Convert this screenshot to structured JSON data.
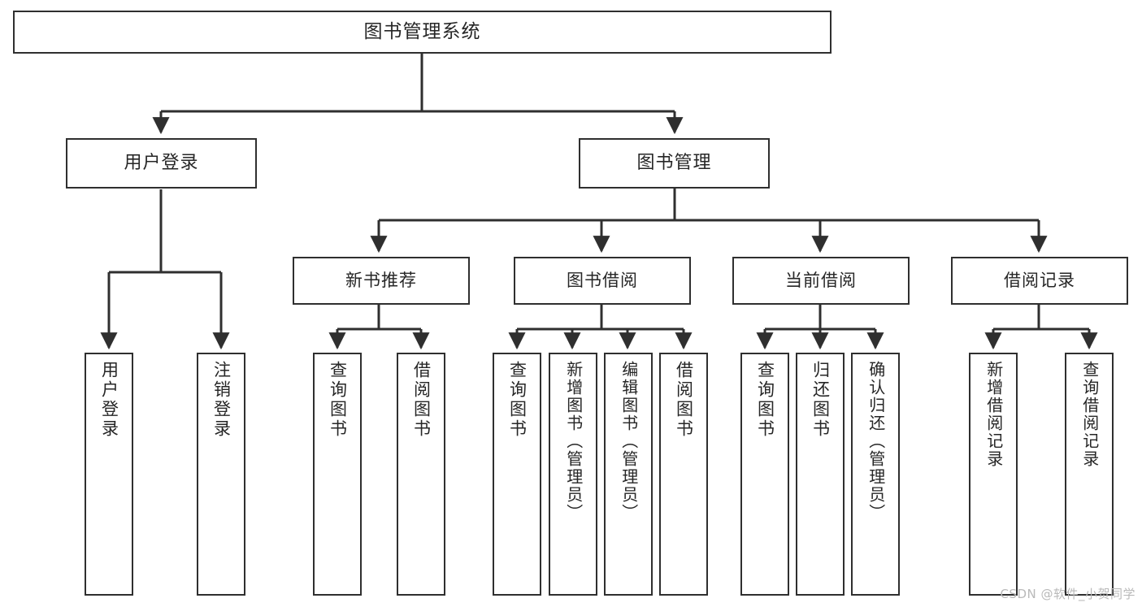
{
  "diagram": {
    "title": "图书管理系统",
    "type": "tree",
    "root": {
      "id": "root",
      "label": "图书管理系统"
    },
    "level1": [
      {
        "id": "user-login",
        "label": "用户登录"
      },
      {
        "id": "book-manage",
        "label": "图书管理"
      }
    ],
    "level2": [
      {
        "id": "new-book-recommend",
        "label": "新书推荐",
        "parent": "book-manage"
      },
      {
        "id": "book-borrow",
        "label": "图书借阅",
        "parent": "book-manage"
      },
      {
        "id": "current-borrow",
        "label": "当前借阅",
        "parent": "book-manage"
      },
      {
        "id": "borrow-record",
        "label": "借阅记录",
        "parent": "book-manage"
      }
    ],
    "leaves": [
      {
        "id": "leaf-user-login",
        "label": "用户登录",
        "parent": "user-login"
      },
      {
        "id": "leaf-user-logout",
        "label": "注销登录",
        "parent": "user-login"
      },
      {
        "id": "leaf-query-book-1",
        "label": "查询图书",
        "parent": "new-book-recommend"
      },
      {
        "id": "leaf-borrow-book-1",
        "label": "借阅图书",
        "parent": "new-book-recommend"
      },
      {
        "id": "leaf-query-book-2",
        "label": "查询图书",
        "parent": "book-borrow"
      },
      {
        "id": "leaf-add-book",
        "label": "新增图书（管理员）",
        "parent": "book-borrow"
      },
      {
        "id": "leaf-edit-book",
        "label": "编辑图书（管理员）",
        "parent": "book-borrow"
      },
      {
        "id": "leaf-borrow-book-2",
        "label": "借阅图书",
        "parent": "book-borrow"
      },
      {
        "id": "leaf-query-book-3",
        "label": "查询图书",
        "parent": "current-borrow"
      },
      {
        "id": "leaf-return-book",
        "label": "归还图书",
        "parent": "current-borrow"
      },
      {
        "id": "leaf-confirm-return",
        "label": "确认归还（管理员）",
        "parent": "current-borrow"
      },
      {
        "id": "leaf-add-record",
        "label": "新增借阅记录",
        "parent": "borrow-record"
      },
      {
        "id": "leaf-query-record",
        "label": "查询借阅记录",
        "parent": "borrow-record"
      }
    ],
    "colors": {
      "border": "#2f2f2f",
      "text": "#262626",
      "background": "#ffffff",
      "watermark": "#b9b9b9"
    }
  },
  "watermark": {
    "text": "CSDN @软件_小贺同学"
  }
}
